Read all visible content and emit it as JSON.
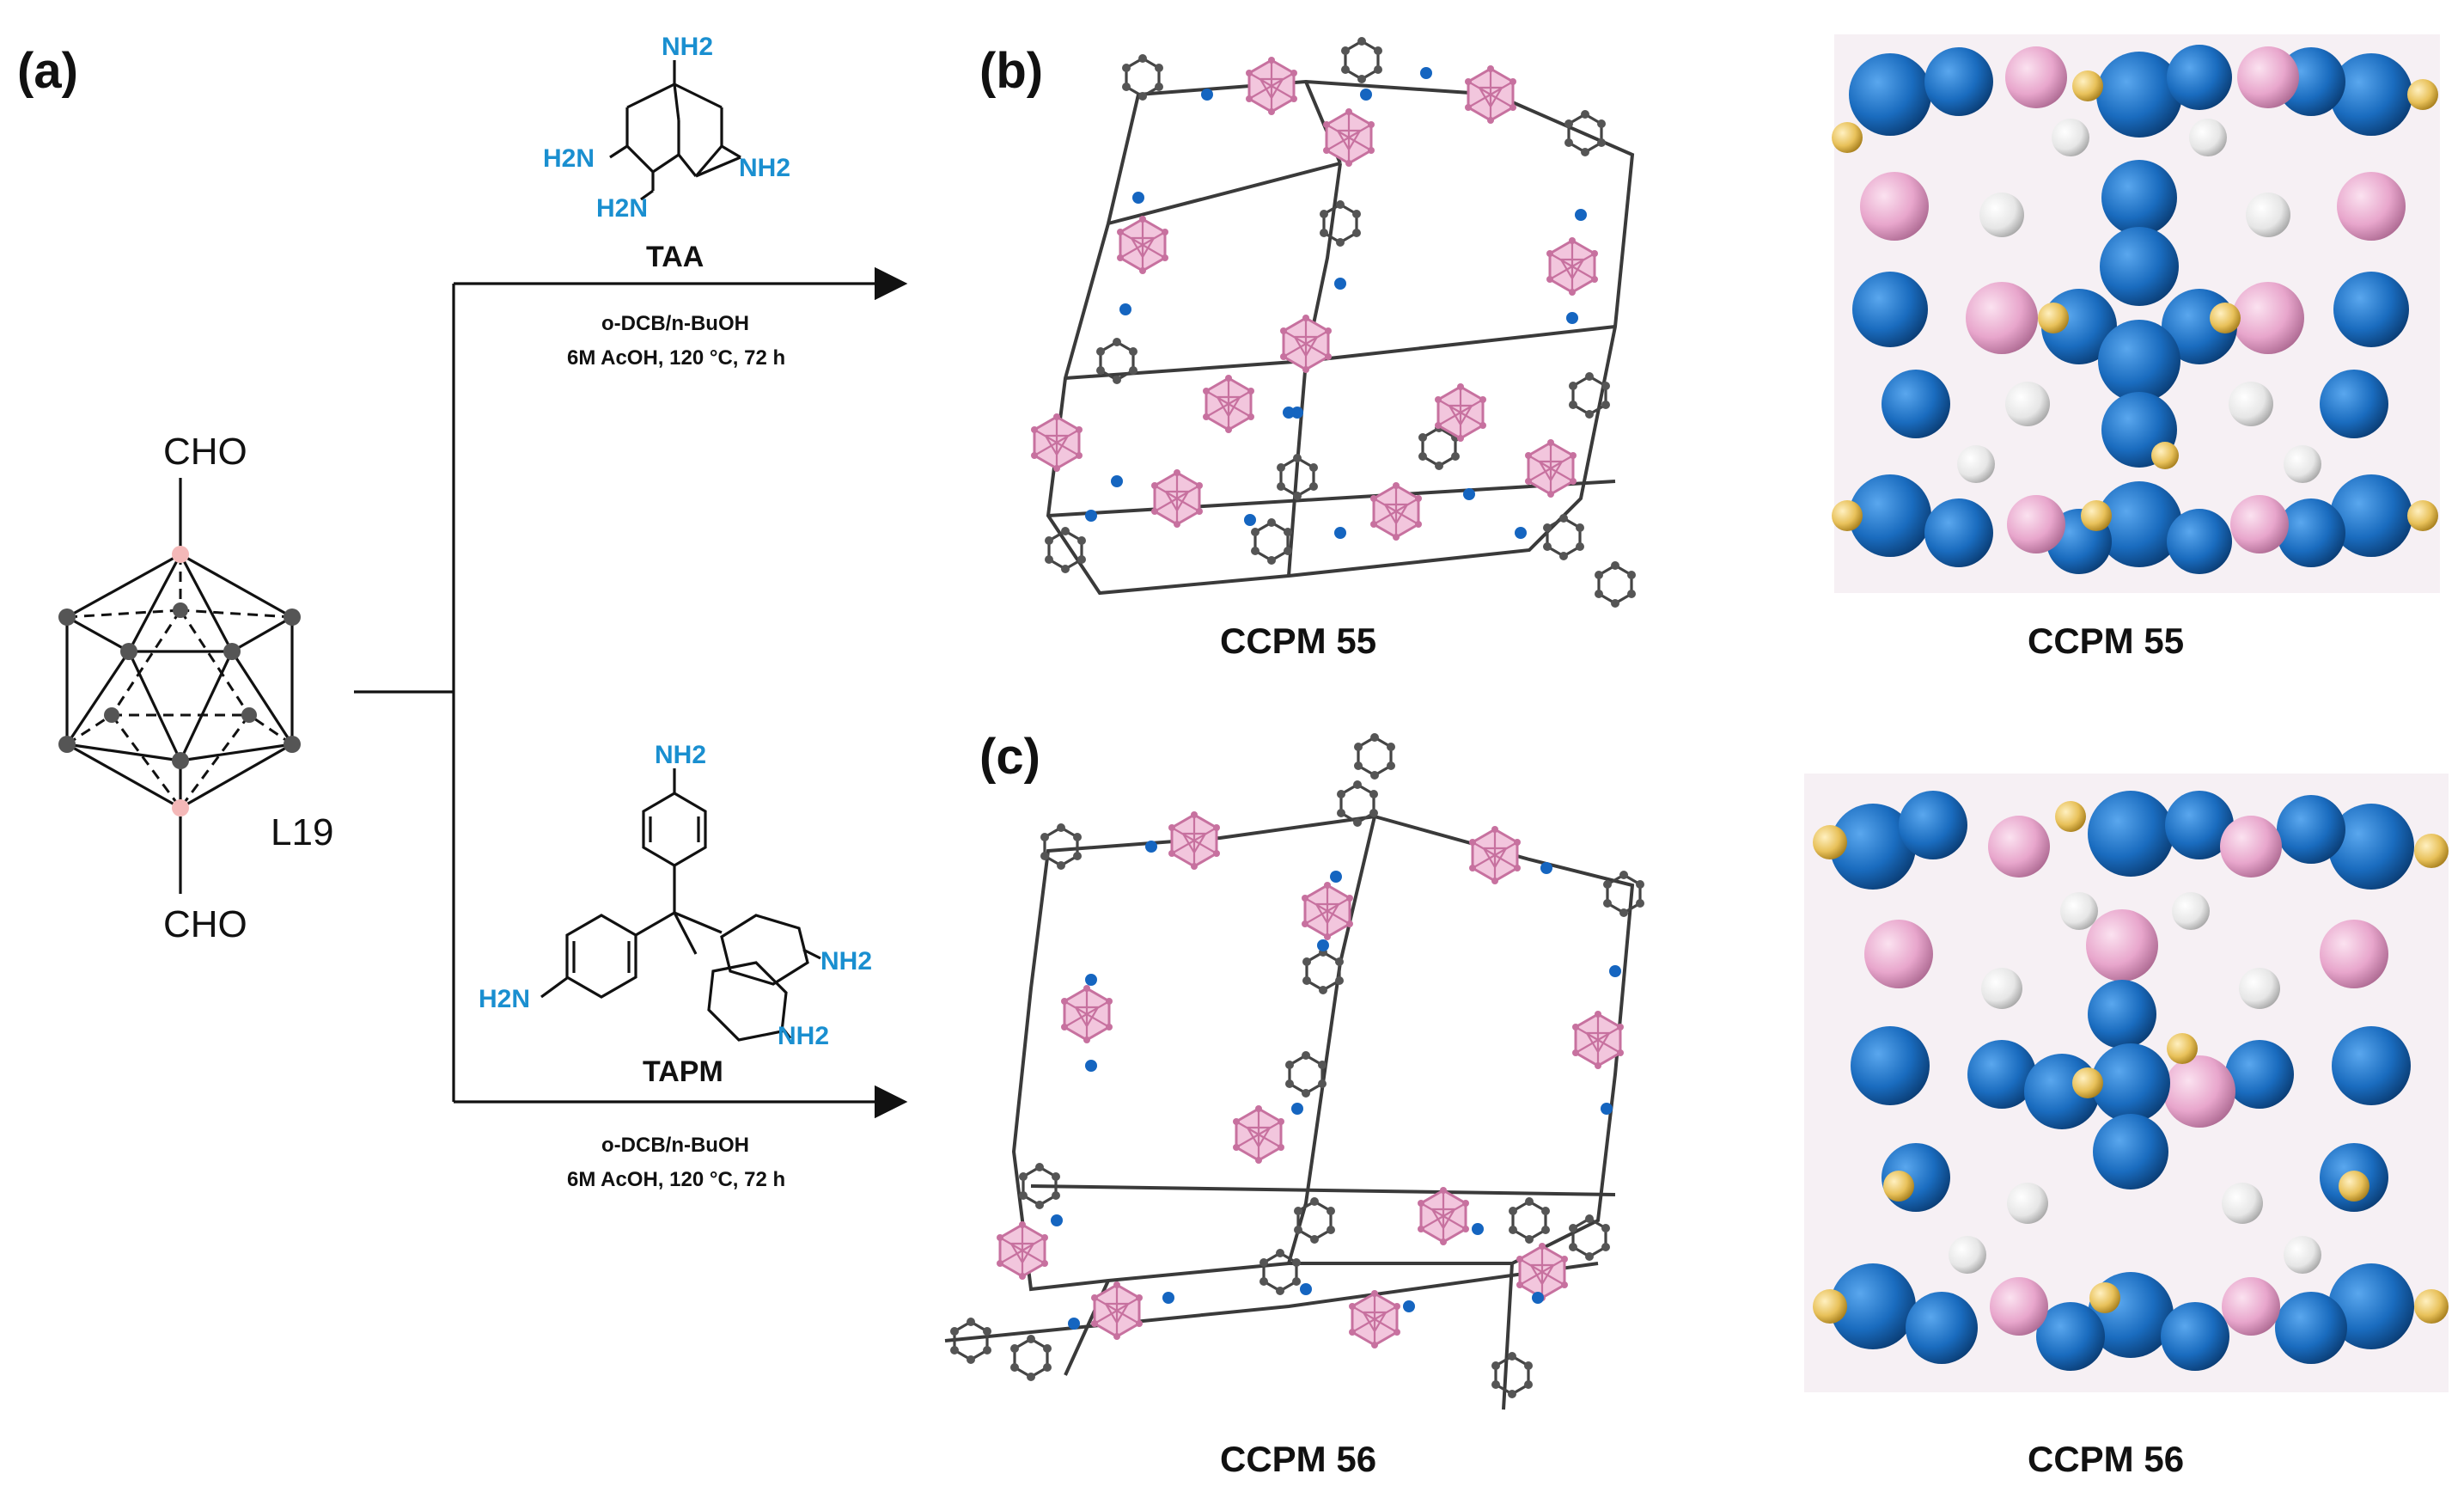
{
  "panels": {
    "a": "(a)",
    "b": "(b)",
    "c": "(c)"
  },
  "linker": {
    "top_group": "CHO",
    "bottom_group": "CHO",
    "name": "L19"
  },
  "reaction_top": {
    "amine_name": "TAA",
    "amine_labels": [
      "NH2",
      "H2N",
      "NH2",
      "H2N"
    ],
    "solvent": "o-DCB/n-BuOH",
    "conditions": "6M AcOH, 120 °C, 72 h"
  },
  "reaction_bottom": {
    "amine_name": "TAPM",
    "amine_labels": [
      "NH2",
      "H2N",
      "NH2",
      "NH2"
    ],
    "solvent": "o-DCB/n-BuOH",
    "conditions": "6M AcOH, 120 °C, 72 h"
  },
  "captions": {
    "b_left": "CCPM 55",
    "b_right": "CCPM 55",
    "c_left": "CCPM 56",
    "c_right": "CCPM 56"
  },
  "colors": {
    "carbon": "#555555",
    "nitrogen": "#1565c0",
    "carborane": "#e0a0c8",
    "boron_node": "#f4b8b8",
    "space_blue": "#1a6cbf",
    "space_pink": "#e8a6cc",
    "space_white": "#eeeeee",
    "space_gold": "#e8c15a",
    "amine_text": "#1a8fd0"
  }
}
